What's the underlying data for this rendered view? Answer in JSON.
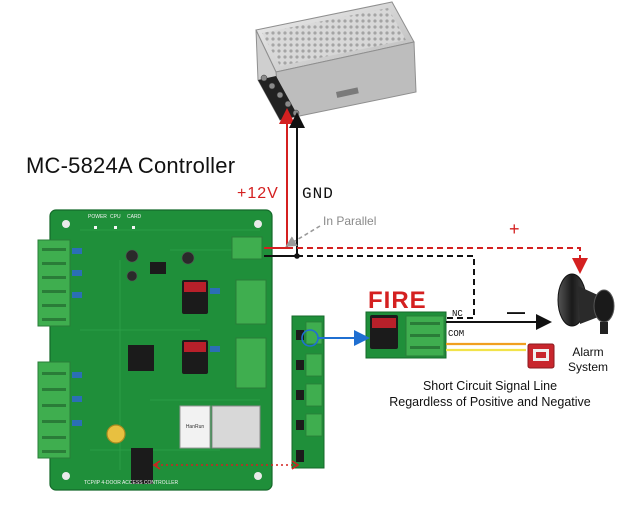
{
  "title": "MC-5824A Controller",
  "power": {
    "positive_label": "+12V",
    "ground_label": "GND",
    "parallel_note": "In Parallel"
  },
  "alarm": {
    "plus_sign": "+",
    "minus_sign": "—",
    "label_line1": "Alarm",
    "label_line2": "System"
  },
  "fire_module": {
    "label": "FIRE",
    "nc_label": "NC",
    "com_label": "COM"
  },
  "note": {
    "line1": "Short Circuit Signal Line",
    "line2": "Regardless of Positive and Negative"
  },
  "board": {
    "led_labels": [
      "POWER",
      "CPU",
      "CARD"
    ],
    "footer_text": "TCP/IP 4-DOOR ACCESS CONTROLLER",
    "module_text": "HanRun"
  },
  "colors": {
    "board_green": "#1f8f3a",
    "terminal_green": "#3fae4f",
    "wire_red": "#d42020",
    "wire_black": "#111111",
    "wire_gray": "#8a8a8a",
    "arrow_blue": "#1f6fd1",
    "wire_orange": "#f0a020",
    "wire_yellow": "#f2e34a"
  }
}
